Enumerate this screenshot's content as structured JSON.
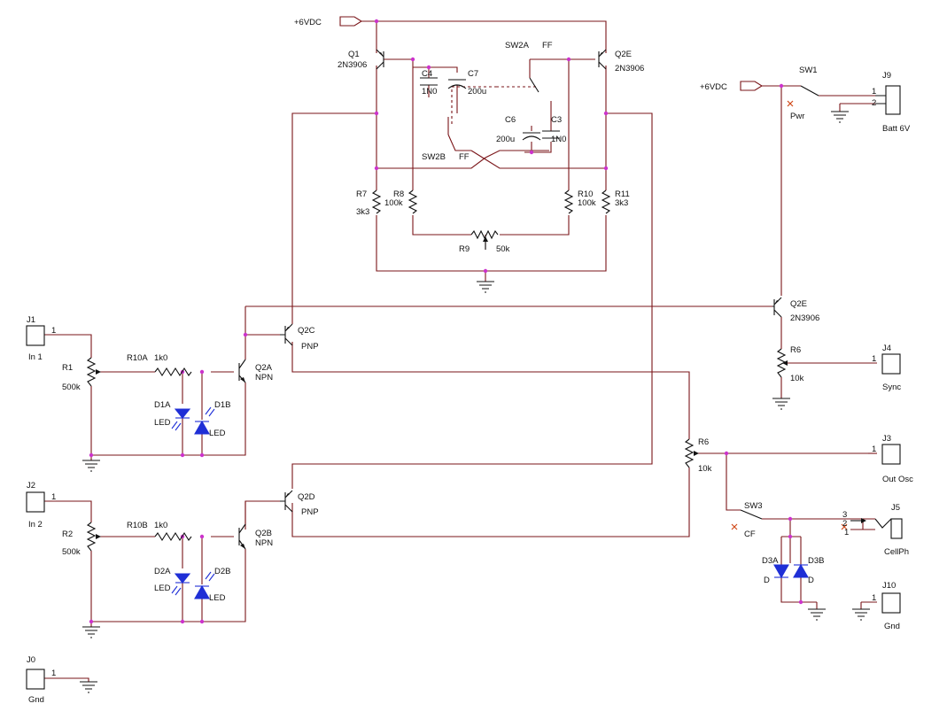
{
  "labels": {
    "vdc_top": "+6VDC",
    "vdc_right": "+6VDC",
    "q1": "Q1",
    "q1_part": "2N3906",
    "q2e_top": "Q2E",
    "q2e_top_part": "2N3906",
    "q2e_mid": "Q2E",
    "q2e_mid_part": "2N3906",
    "sw2a": "SW2A",
    "sw2a_ff": "FF",
    "sw2b": "SW2B",
    "sw2b_ff": "FF",
    "c4": "C4",
    "c4_val": "1N0",
    "c7": "C7",
    "c7_val": "200u",
    "c6": "C6",
    "c6_val": "200u",
    "c3": "C3",
    "c3_val": "1N0",
    "r7": "R7",
    "r7_val": "3k3",
    "r8": "R8",
    "r8_val": "100k",
    "r10": "R10",
    "r10_val": "100k",
    "r11": "R11",
    "r11_val": "3k3",
    "r9": "R9",
    "r9_val": "50k",
    "sw1": "SW1",
    "pwr": "Pwr",
    "j9": "J9",
    "j9_name": "Batt 6V",
    "j9_pin1": "1",
    "j9_pin2": "2",
    "j1": "J1",
    "j1_name": "In 1",
    "j1_pin": "1",
    "j2": "J2",
    "j2_name": "In 2",
    "j2_pin": "1",
    "j0": "J0",
    "j0_name": "Gnd",
    "j0_pin": "1",
    "r1": "R1",
    "r1_val": "500k",
    "r2": "R2",
    "r2_val": "500k",
    "r10a": "R10A",
    "r10a_val": "1k0",
    "r10b": "R10B",
    "r10b_val": "1k0",
    "q2a": "Q2A",
    "q2a_type": "NPN",
    "q2b": "Q2B",
    "q2b_type": "NPN",
    "q2c": "Q2C",
    "q2c_type": "PNP",
    "q2d": "Q2D",
    "q2d_type": "PNP",
    "d1a": "D1A",
    "d1a_type": "LED",
    "d1b": "D1B",
    "d1b_type": "LED",
    "d2a": "D2A",
    "d2a_type": "LED",
    "d2b": "D2B",
    "d2b_type": "LED",
    "r6_mid": "R6",
    "r6_mid_val": "10k",
    "r6_right": "R6",
    "r6_right_val": "10k",
    "j4": "J4",
    "j4_name": "Sync",
    "j4_pin": "1",
    "j3": "J3",
    "j3_name": "Out Osc",
    "j3_pin": "1",
    "sw3": "SW3",
    "cf": "CF",
    "j5": "J5",
    "j5_name": "CellPh",
    "j5_pin3": "3",
    "j5_pin2": "2",
    "j5_pin1": "1",
    "d3a": "D3A",
    "d3a_type": "D",
    "d3b": "D3B",
    "d3b_type": "D",
    "j10": "J10",
    "j10_name": "Gnd",
    "j10_pin": "1"
  },
  "colors": {
    "wire": "#7a1418",
    "junction": "#cc33cc",
    "led": "#1f2fd6",
    "no_connect": "#d04a1a",
    "component": "#111111"
  }
}
